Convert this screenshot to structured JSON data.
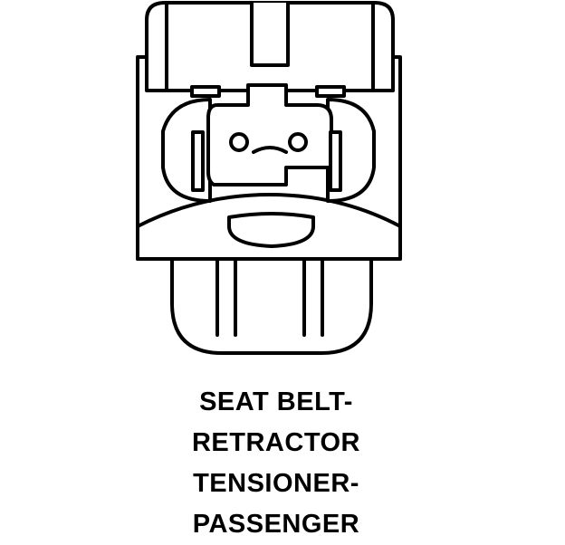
{
  "caption": {
    "lines": [
      "SEAT BELT-",
      "RETRACTOR",
      "TENSIONER-",
      "PASSENGER"
    ]
  },
  "colors": {
    "line": "#000000",
    "background": "#ffffff"
  }
}
